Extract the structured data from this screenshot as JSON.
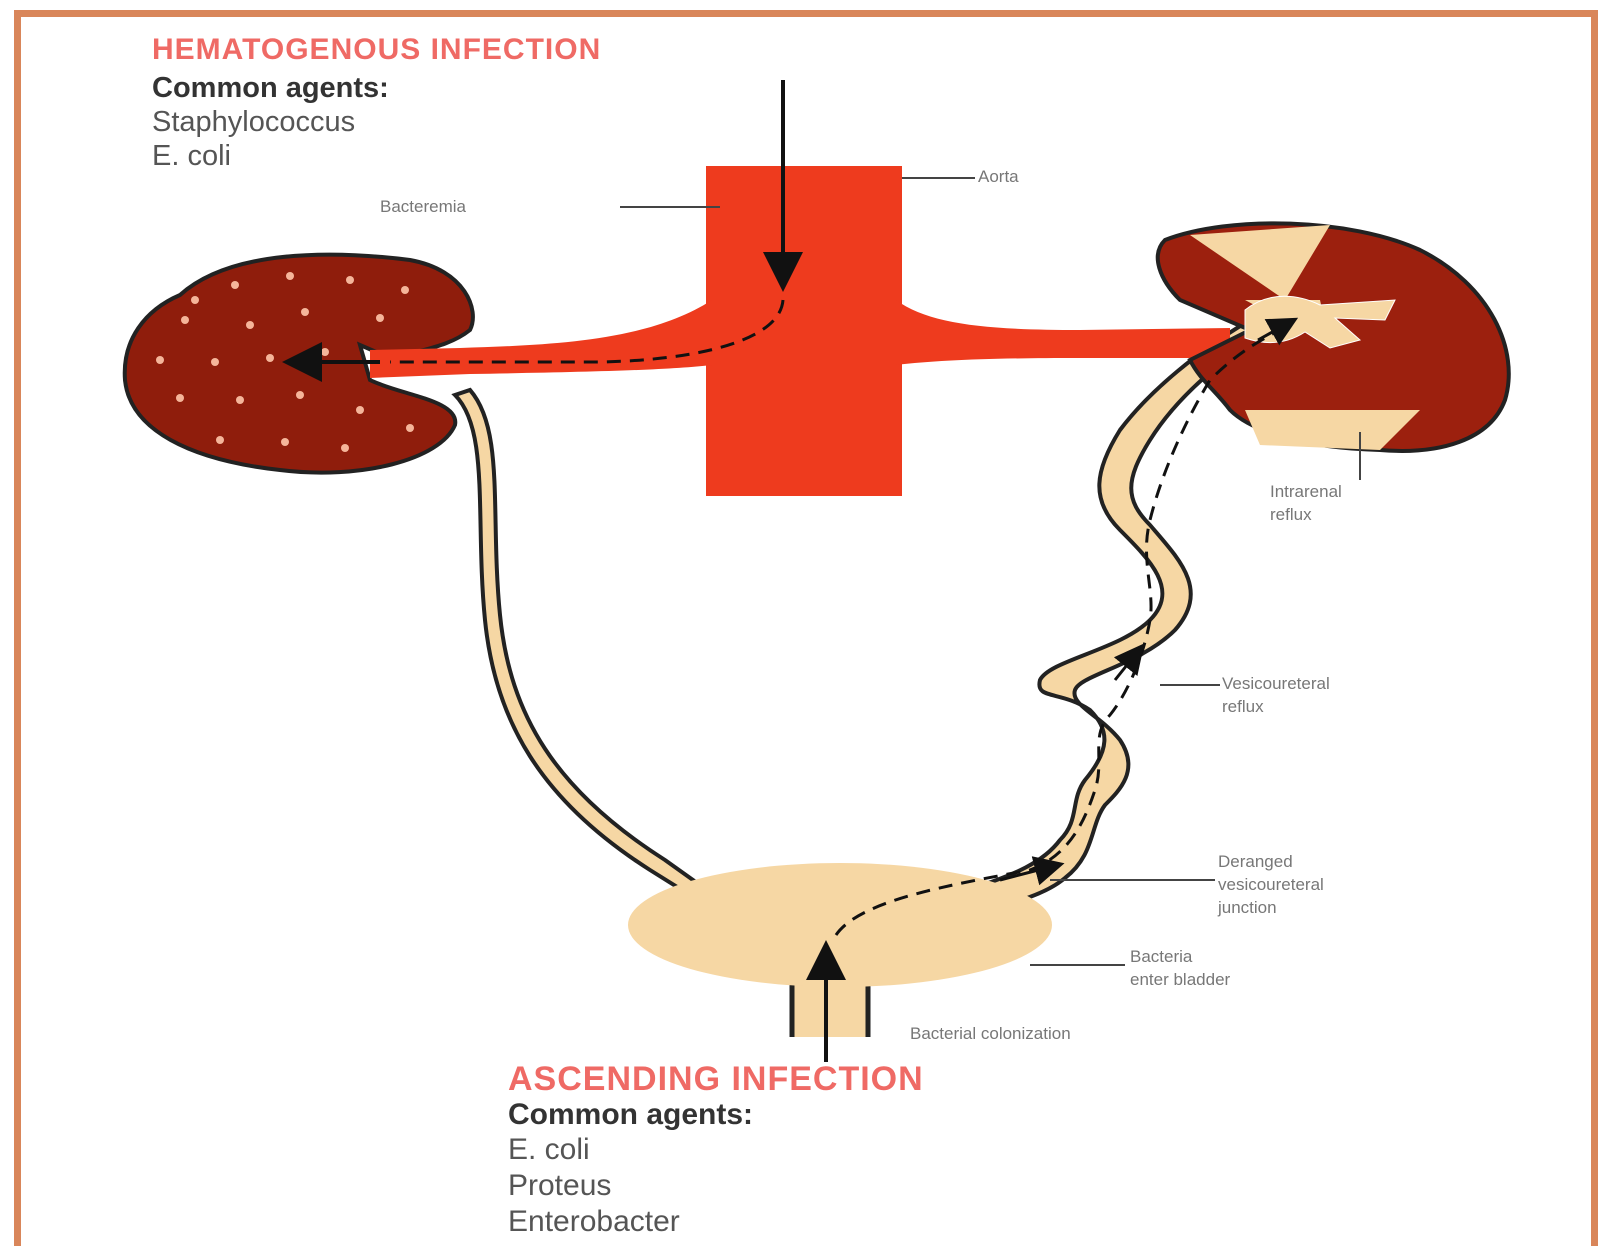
{
  "hematogenous": {
    "title": "HEMATOGENOUS INFECTION",
    "agents_label": "Common agents:",
    "agents": [
      "Staphylococcus",
      "E. coli"
    ]
  },
  "ascending": {
    "title": "ASCENDING INFECTION",
    "agents_label": "Common agents:",
    "agents": [
      "E. coli",
      "Proteus",
      "Enterobacter"
    ]
  },
  "labels": {
    "aorta": "Aorta",
    "bacteremia": "Bacteremia",
    "intrarenal_reflux": "Intrarenal\nreflux",
    "vesicoureteral_reflux": "Vesicoureteral\nreflux",
    "deranged_junction": "Deranged\nvesicoureteral\njunction",
    "bacteria_enter_bladder": "Bacteria\nenter bladder",
    "bacterial_colonization": "Bacterial colonization"
  },
  "colors": {
    "frame": "#d9865a",
    "artery": "#ee3b1e",
    "kidney_left": "#8f1d0c",
    "kidney_right": "#9c200e",
    "urine_tract": "#f6d7a4",
    "heading": "#ef6a65"
  }
}
